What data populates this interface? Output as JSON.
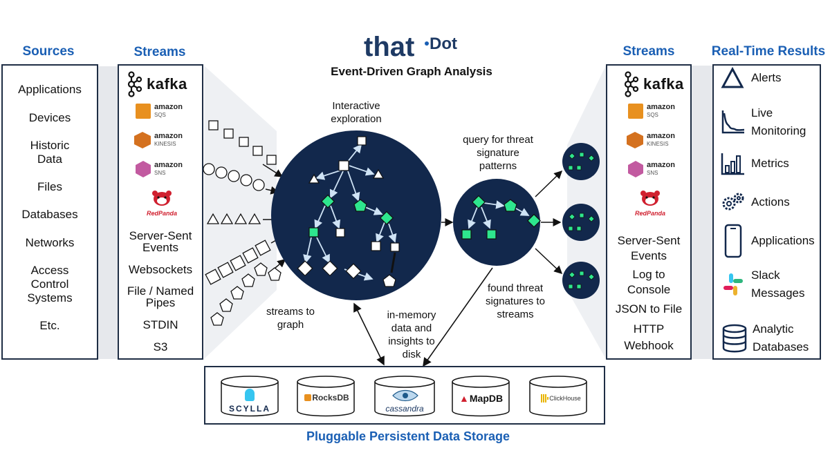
{
  "brand": {
    "that": "that",
    "dot": "Dot",
    "subtitle": "Event-Driven Graph Analysis"
  },
  "headers": {
    "sources": "Sources",
    "streams_in": "Streams",
    "streams_out": "Streams",
    "results": "Real-Time Results",
    "storage": "Pluggable Persistent Data Storage"
  },
  "sources": [
    "Applications",
    "Devices",
    "Historic\nData",
    "Files",
    "Databases",
    "Networks",
    "Access\nControl\nSystems",
    "Etc."
  ],
  "streams_in": {
    "kafka": "kafka",
    "sqs": {
      "brand": "amazon",
      "product": "SQS"
    },
    "kinesis": {
      "brand": "amazon",
      "product": "KINESIS"
    },
    "sns": {
      "brand": "amazon",
      "product": "SNS"
    },
    "redpanda": "RedPanda",
    "items": [
      "Server-Sent\nEvents",
      "Websockets",
      "File / Named\nPipes",
      "STDIN",
      "S3"
    ]
  },
  "streams_out": {
    "kafka": "kafka",
    "sqs": {
      "brand": "amazon",
      "product": "SQS"
    },
    "kinesis": {
      "brand": "amazon",
      "product": "KINESIS"
    },
    "sns": {
      "brand": "amazon",
      "product": "SNS"
    },
    "redpanda": "RedPanda",
    "items": [
      "Server-Sent\nEvents",
      "Log to\nConsole",
      "JSON to File",
      "HTTP\nWebhook"
    ]
  },
  "results": [
    {
      "label": "Alerts",
      "icon": "alert-triangle-icon"
    },
    {
      "label": "Live\nMonitoring",
      "icon": "live-chart-icon"
    },
    {
      "label": "Metrics",
      "icon": "bar-chart-icon"
    },
    {
      "label": "Actions",
      "icon": "gears-icon"
    },
    {
      "label": "Applications",
      "icon": "phone-icon"
    },
    {
      "label": "Slack\nMessages",
      "icon": "slack-icon"
    },
    {
      "label": "Analytic\nDatabases",
      "icon": "database-icon"
    }
  ],
  "annotations": {
    "interactive": "Interactive\nexploration",
    "query": "query for threat\nsignature\npatterns",
    "found": "found threat\nsignatures to\nstreams",
    "streams_to_graph": "streams to\ngraph",
    "in_memory": "in-memory\ndata and\ninsights to\ndisk"
  },
  "storage": [
    "SCYLLA",
    "RocksDB",
    "cassandra",
    "MapDB",
    "ClickHouse"
  ],
  "colors": {
    "navy": "#12284c",
    "accent_blue": "#1a5fb4",
    "node_green": "#2ee68e",
    "kafka_black": "#111111",
    "aws_orange": "#e8901f",
    "sns_pink": "#c25aa0",
    "redpanda_red": "#d0202f"
  }
}
